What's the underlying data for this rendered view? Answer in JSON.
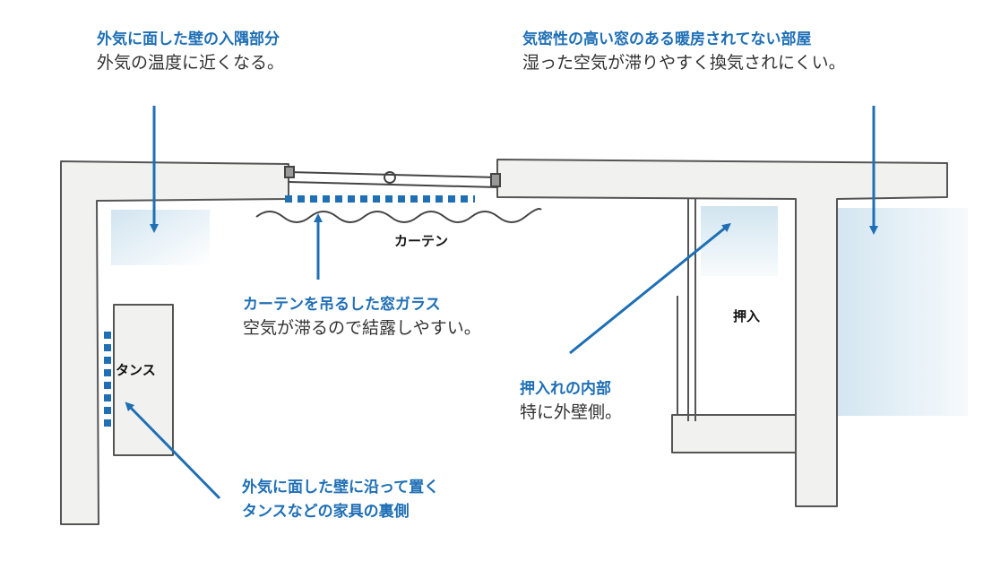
{
  "colors": {
    "accent": "#1f6fb5",
    "wall_fill": "#f1f1ef",
    "wall_line": "#555555",
    "cold_zone": "#cfe3ef"
  },
  "annotations": {
    "corner": {
      "title": "外気に面した壁の入隅部分",
      "sub": "外気の温度に近くなる。"
    },
    "room": {
      "title": "気密性の高い窓のある暖房されてない部屋",
      "sub": "湿った空気が滞りやすく換気されにくい。"
    },
    "window": {
      "title": "カーテンを吊るした窓ガラス",
      "sub": "空気が滞るので結露しやすい。"
    },
    "closet": {
      "title": "押入れの内部",
      "sub": "特に外壁側。"
    },
    "dresser": {
      "title_line1": "外気に面した壁に沿って置く",
      "title_line2": "タンスなどの家具の裏側"
    }
  },
  "labels": {
    "curtain": "カーテン",
    "dresser": "タンス",
    "closet": "押入"
  },
  "icons": {
    "arrow": "arrow-icon"
  }
}
